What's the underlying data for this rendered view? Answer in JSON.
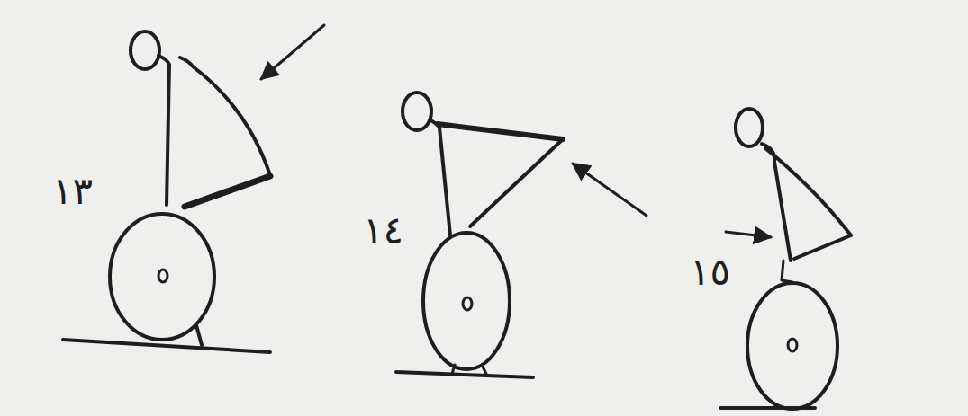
{
  "diagram": {
    "labels": [
      "١٣",
      "١٤",
      "١٥"
    ]
  }
}
